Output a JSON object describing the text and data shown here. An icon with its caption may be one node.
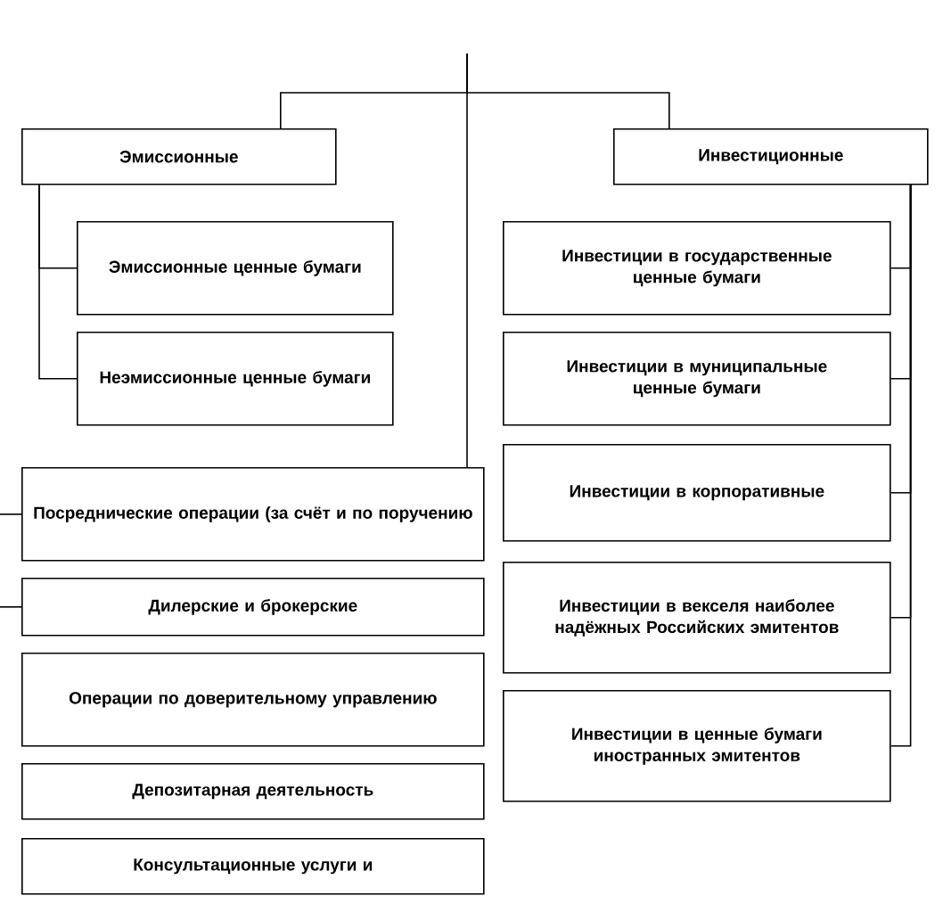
{
  "diagram": {
    "nodes": [
      {
        "text": [
          "Эмиссионные"
        ]
      },
      {
        "text": [
          "Инвестиционные"
        ]
      },
      {
        "text": [
          "Эмиссионные ценные бумаги"
        ]
      },
      {
        "text": [
          "Неэмиссионные ценные бумаги"
        ]
      },
      {
        "text": [
          "Инвестиции в государственные ценные бумаги"
        ]
      },
      {
        "text": [
          "Инвестиции в муниципальные ценные бумаги"
        ]
      },
      {
        "text": [
          "Инвестиции в корпоративные"
        ]
      },
      {
        "text": [
          "Инвестиции в векселя наиболее надёжных Российских эмитентов"
        ]
      },
      {
        "text": [
          "Инвестиции в ценные бумаги иностранных эмитентов"
        ]
      },
      {
        "text": [
          "Посреднические операции (за счёт и по поручению"
        ]
      },
      {
        "text": [
          "Дилерские и брокерские"
        ]
      },
      {
        "text": [
          "Операции по доверительному управлению"
        ]
      },
      {
        "text": [
          "Депозитарная деятельность"
        ]
      },
      {
        "text": [
          "Консультационные услуги и"
        ]
      }
    ],
    "edges": [
      {
        "from": null,
        "to": 0,
        "arrow": "none"
      },
      {
        "from": null,
        "to": 1,
        "arrow": "none"
      },
      {
        "from": null,
        "to": 9,
        "arrow": "none"
      },
      {
        "from": 0,
        "to": 2,
        "arrow": "none"
      },
      {
        "from": 0,
        "to": 3,
        "arrow": "none"
      },
      {
        "from": 1,
        "to": 4,
        "arrow": "none"
      },
      {
        "from": 1,
        "to": 5,
        "arrow": "none"
      },
      {
        "from": 1,
        "to": 6,
        "arrow": "none"
      },
      {
        "from": 1,
        "to": 7,
        "arrow": "none"
      },
      {
        "from": 1,
        "to": 8,
        "arrow": "none"
      },
      {
        "from": null,
        "to": 9,
        "arrow": "none"
      },
      {
        "from": null,
        "to": 10,
        "arrow": "none"
      }
    ]
  }
}
